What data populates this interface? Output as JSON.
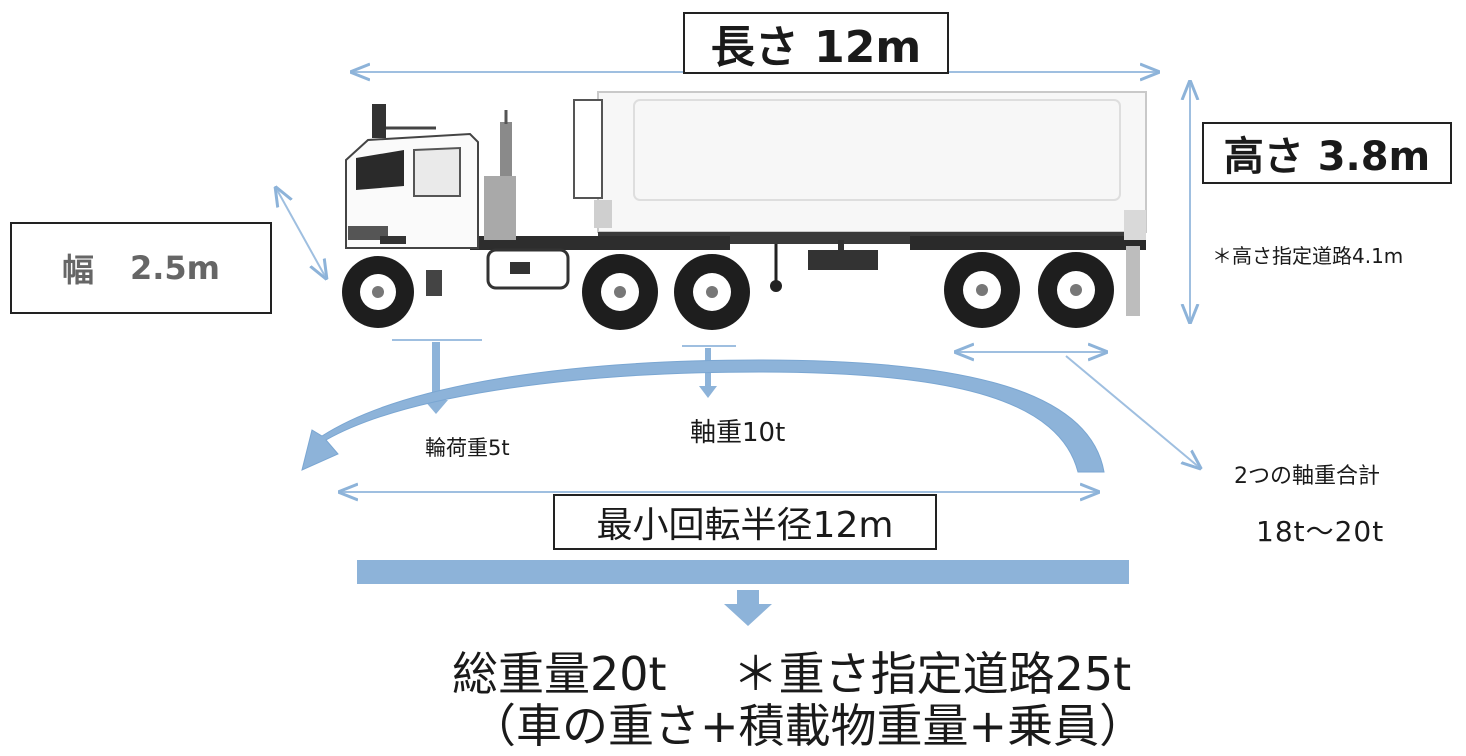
{
  "labels": {
    "length": "長さ 12m",
    "height": "高さ 3.8m",
    "height_note": "＊高さ指定道路4.1m",
    "width_label": "幅",
    "width_value": "2.5m",
    "wheel_load": "輪荷重5t",
    "axle_load": "軸重10t",
    "dual_axle_title": "2つの軸重合計",
    "dual_axle_value": "18t～20t",
    "min_turning_radius": "最小回転半径12m",
    "total_weight": "総重量20t",
    "weight_designated_road": "＊重さ指定道路25t",
    "total_weight_breakdown": "（車の重さ+積載物重量+乗員）"
  },
  "colors": {
    "arrow_blue": "#8db3d9",
    "arrow_dark": "#6f9cc7",
    "dimension_line": "#9fbfe0",
    "text": "#1a1a1a",
    "width_text": "#666666"
  }
}
